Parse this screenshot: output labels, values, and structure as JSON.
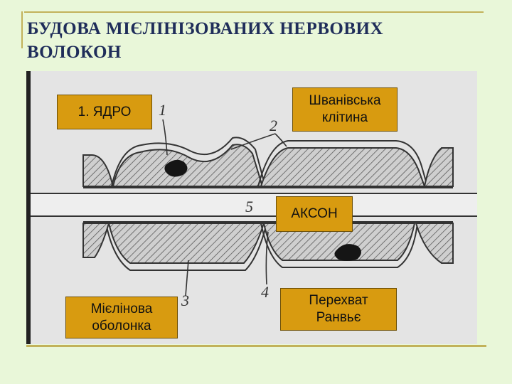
{
  "title": {
    "line1": "БУДОВА МІЄЛІНІЗОВАНИХ НЕРВОВИХ",
    "line2": "ВОЛОКОН"
  },
  "labels": {
    "nucleus": "1. ЯДРО",
    "schwann_line1": "Шванівська",
    "schwann_line2": "клітина",
    "axon": "АКСОН",
    "myelin_line1": "Мієлінова",
    "myelin_line2": "оболонка",
    "ranvier_line1": "Перехват",
    "ranvier_line2": "Ранвьє"
  },
  "figure_numbers": {
    "n1": "1",
    "n2": "2",
    "n3": "3",
    "n4": "4",
    "n5": "5"
  },
  "colors": {
    "background": "#e9f7d9",
    "title": "#1f2d5a",
    "label_fill": "#d89b10",
    "frame": "#c2b25a"
  }
}
